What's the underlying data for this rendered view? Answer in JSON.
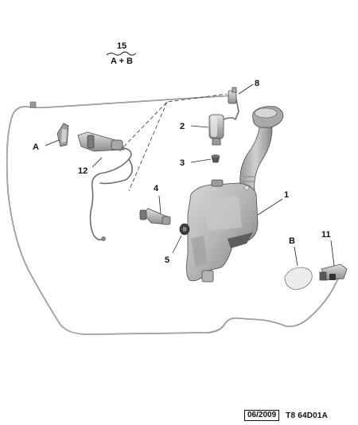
{
  "header": {
    "kit_number": "15",
    "kit_content": "A + B"
  },
  "callouts": {
    "tank": "1",
    "pump": "2",
    "seal": "3",
    "level_sensor": "4",
    "grommet": "5",
    "rear_jet": "8",
    "headlamp_jet": "11",
    "front_jet": "12",
    "ref_a": "A",
    "ref_b": "B"
  },
  "footer": {
    "date": "06/2009",
    "reference": "T8 64D01A"
  },
  "colors": {
    "part_fill": "#bdbdbd",
    "part_shadow": "#8a8a8a",
    "hose": "#6d6d6d",
    "ink": "#111111"
  }
}
